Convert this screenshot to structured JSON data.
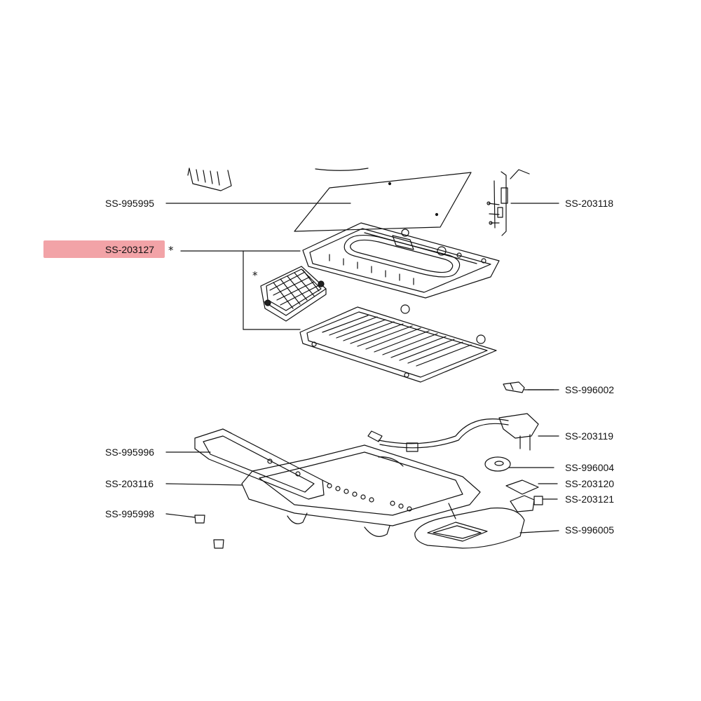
{
  "diagram": {
    "highlight_color": "#f2a3a7",
    "line_color": "#111111",
    "labels": {
      "p995995": "SS-995995",
      "p203118": "SS-203118",
      "p203127": "SS-203127",
      "p996002": "SS-996002",
      "p203119": "SS-203119",
      "p995996": "SS-995996",
      "p996004": "SS-996004",
      "p203116": "SS-203116",
      "p203120": "SS-203120",
      "p203121": "SS-203121",
      "p995998": "SS-995998",
      "p996005": "SS-996005"
    },
    "marks": {
      "asterisk": "*"
    }
  }
}
